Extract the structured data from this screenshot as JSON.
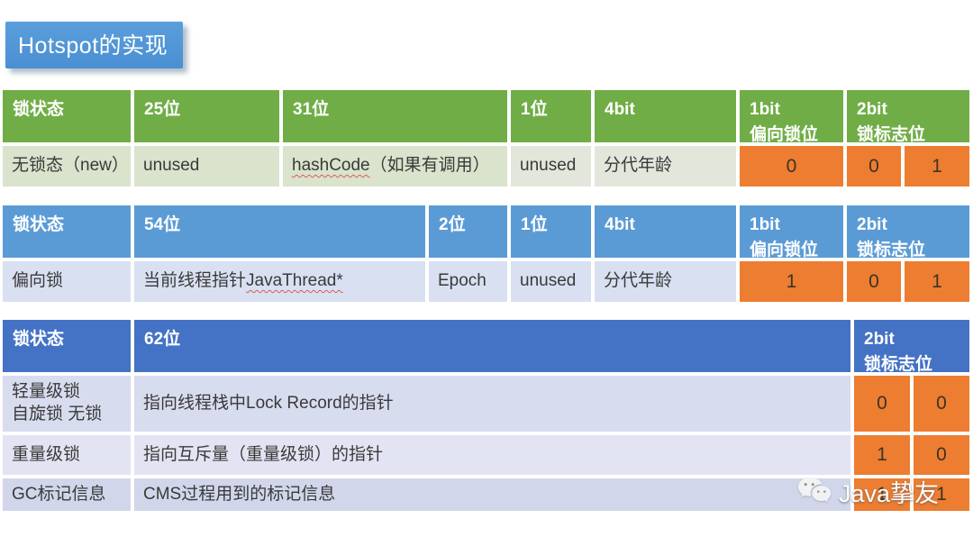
{
  "title": "Hotspot的实现",
  "palette": {
    "title_bg": "#4A8FD2",
    "green_header": "#70AD47",
    "green_row": "#DAE3CC",
    "blue_header": "#5B9BD5",
    "blue_row": "#D9E0F1",
    "dark_blue_header": "#4472C4",
    "lavender_row": "#D8DCEF",
    "bit_cell_orange": "#ED7D31"
  },
  "tables": [
    {
      "header": [
        "锁状态",
        "25位",
        "31位",
        "1位",
        "4bit",
        "1bit\n偏向锁位",
        "2bit\n锁标志位"
      ],
      "row": {
        "state": "无锁态（new）",
        "c1": "unused",
        "code": "hashCode",
        "code_rest": "（如果有调用）",
        "c3": "unused",
        "c4": "分代年龄",
        "bits": [
          "0",
          "0",
          "1"
        ]
      }
    },
    {
      "header": [
        "锁状态",
        "54位",
        "2位",
        "1位",
        "4bit",
        "1bit\n偏向锁位",
        "2bit\n锁标志位"
      ],
      "row": {
        "state": "偏向锁",
        "c1_prefix": "当前线程指针 ",
        "code": "JavaThread*",
        "c2": "Epoch",
        "c3": "unused",
        "c4": "分代年龄",
        "bits": [
          "1",
          "0",
          "1"
        ]
      }
    },
    {
      "header": [
        "锁状态",
        "62位",
        "2bit\n锁标志位"
      ],
      "rows": [
        {
          "state": "轻量级锁\n自旋锁 无锁",
          "desc": "指向线程栈中Lock Record的指针",
          "bits": [
            "0",
            "0"
          ]
        },
        {
          "state": "重量级锁",
          "desc": "指向互斥量（重量级锁）的指针",
          "bits": [
            "1",
            "0"
          ]
        },
        {
          "state": "GC标记信息",
          "desc": "CMS过程用到的标记信息",
          "bits": [
            "1",
            "1"
          ]
        }
      ]
    }
  ],
  "watermark": {
    "icon": "wechat-icon",
    "label": "Java挚友"
  }
}
